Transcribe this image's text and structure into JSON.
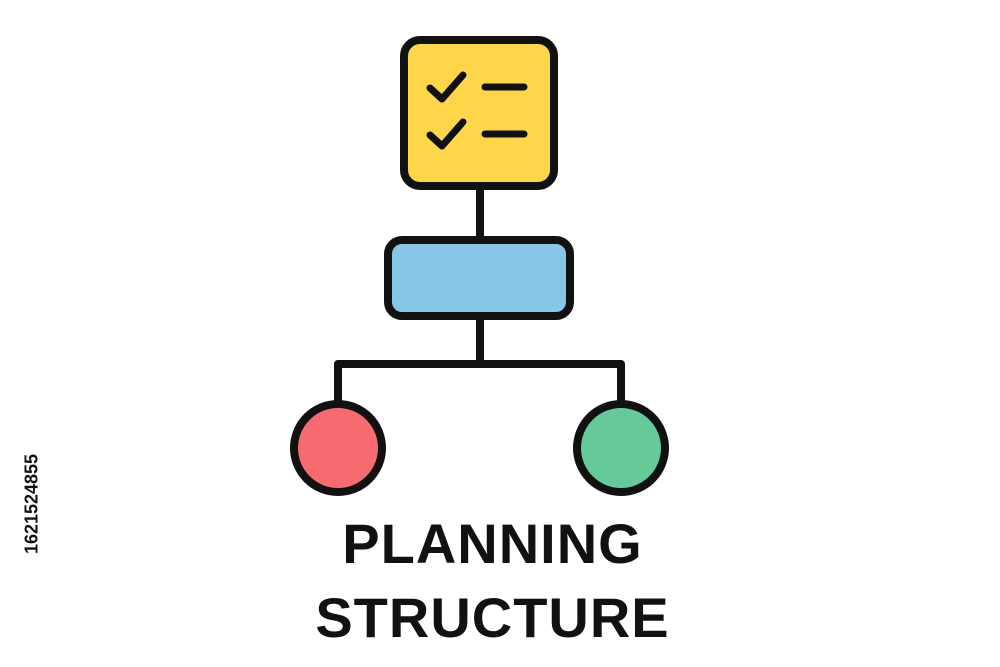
{
  "diagram": {
    "title_line_1": "PLANNING",
    "title_line_2": "STRUCTURE",
    "side_id": "1621524855",
    "icons": {
      "top": "checklist-icon",
      "middle": "block-node",
      "left": "circle-node",
      "right": "circle-node"
    },
    "colors": {
      "checklist": "#FFD64A",
      "block": "#88C6E6",
      "left_circle": "#F66B70",
      "right_circle": "#66C99A",
      "stroke": "#111111",
      "text": "#111111"
    }
  }
}
